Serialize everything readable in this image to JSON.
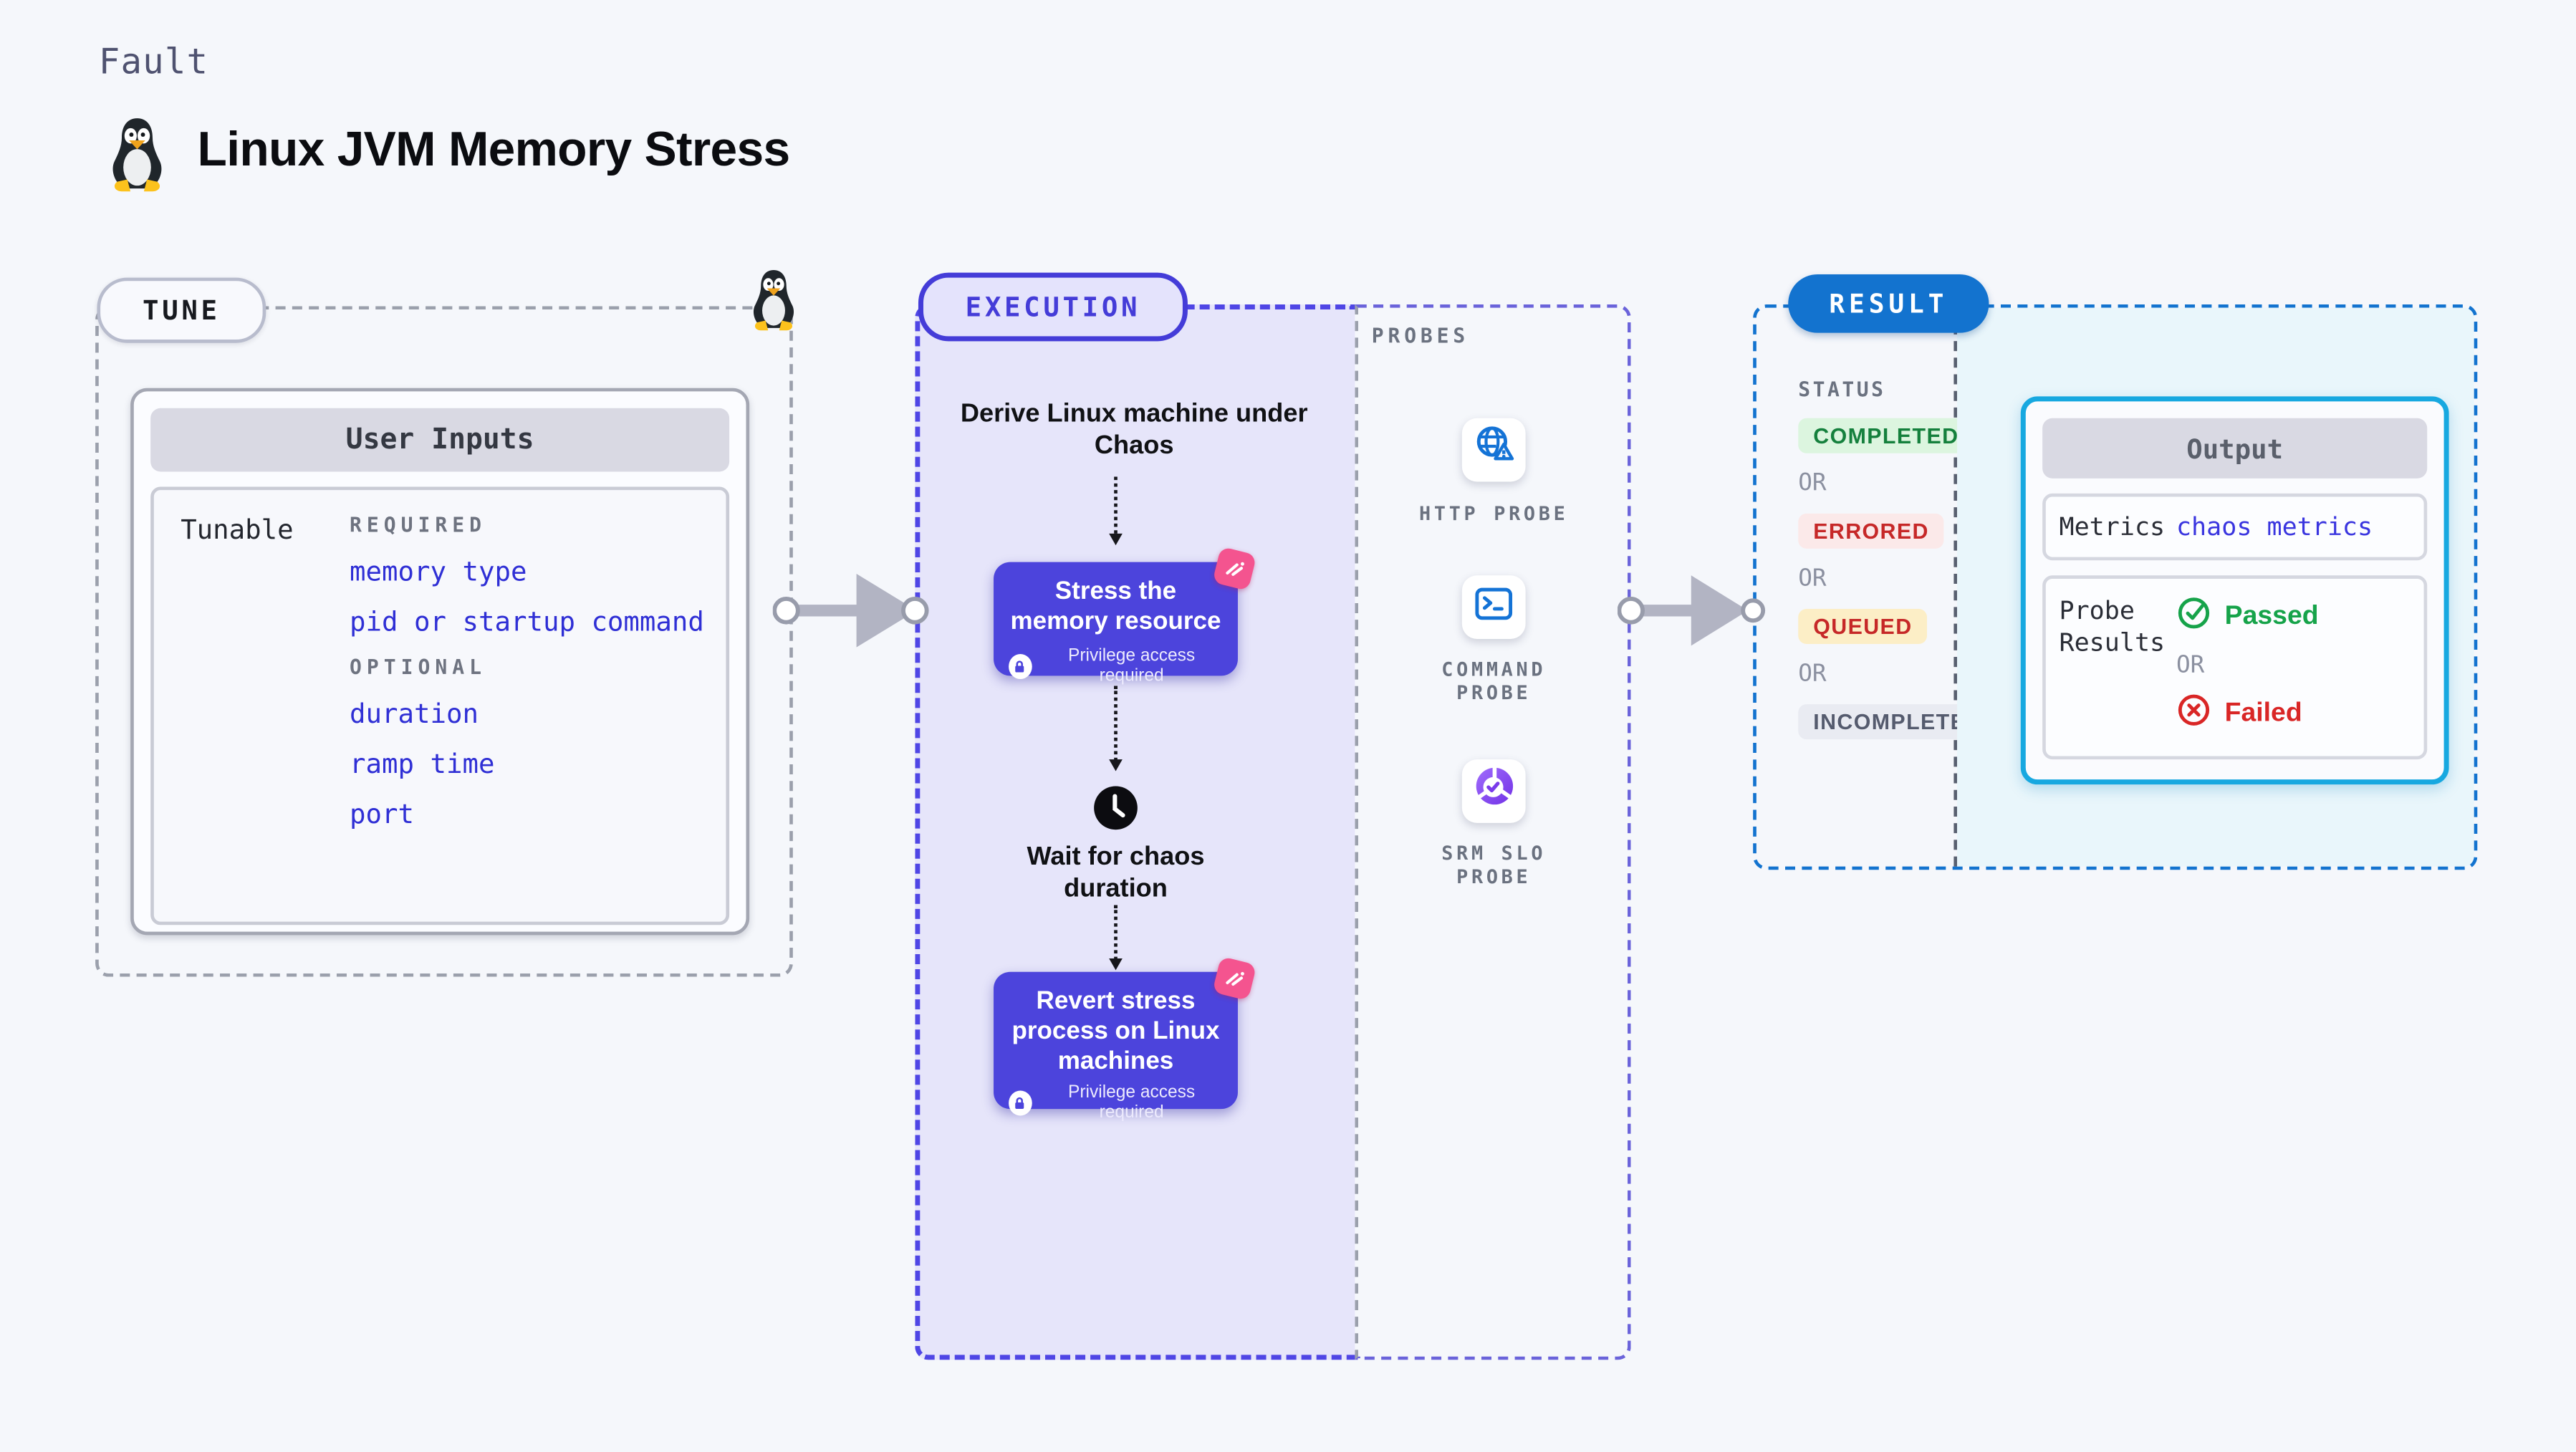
{
  "header": {
    "kicker": "Fault",
    "title": "Linux JVM Memory Stress"
  },
  "tune": {
    "badge": "TUNE",
    "card_title": "User Inputs",
    "row_label": "Tunable",
    "required_label": "REQUIRED",
    "required_fields": [
      "memory type",
      "pid or startup command"
    ],
    "optional_label": "OPTIONAL",
    "optional_fields": [
      "duration",
      "ramp time",
      "port"
    ]
  },
  "execution": {
    "badge": "EXECUTION",
    "derive_step": "Derive Linux machine under Chaos",
    "stress_step": "Stress the memory resource",
    "wait_step": "Wait for chaos duration",
    "revert_step": "Revert stress process on Linux machines",
    "privilege_note": "Privilege access required"
  },
  "probes": {
    "label": "PROBES",
    "items": [
      {
        "name": "HTTP PROBE",
        "icon": "globe-alert-icon"
      },
      {
        "name": "COMMAND PROBE",
        "icon": "terminal-icon"
      },
      {
        "name": "SRM SLO PROBE",
        "icon": "slo-donut-check-icon"
      }
    ]
  },
  "result": {
    "badge": "RESULT",
    "status_label": "STATUS",
    "or_label": "OR",
    "statuses": [
      {
        "label": "COMPLETED",
        "text_color": "#15803d",
        "bg": "#dcf5df"
      },
      {
        "label": "ERRORED",
        "text_color": "#c62828",
        "bg": "#fbe9e9"
      },
      {
        "label": "QUEUED",
        "text_color": "#c62828",
        "bg": "#fceec6"
      },
      {
        "label": "INCOMPLETED",
        "text_color": "#555b6e",
        "bg": "#e9ebf2"
      }
    ],
    "output": {
      "title": "Output",
      "metrics_label": "Metrics",
      "metrics_value": "chaos metrics",
      "probe_results_label": "Probe Results",
      "passed_label": "Passed",
      "failed_label": "Failed"
    }
  },
  "colors": {
    "page_bg": "#f5f7fb",
    "indigo_card": "#4c44dc",
    "indigo_dash": "#4f46e5",
    "field_indigo": "#2f2fd5",
    "result_blue": "#1373cf",
    "output_cyan": "#17a8e0",
    "probe_blue": "#1473d6",
    "chaos_pink": "#f4548f",
    "passed_green": "#16a34a",
    "failed_red": "#d92626",
    "arrow_gray": "#b2b4c3"
  }
}
